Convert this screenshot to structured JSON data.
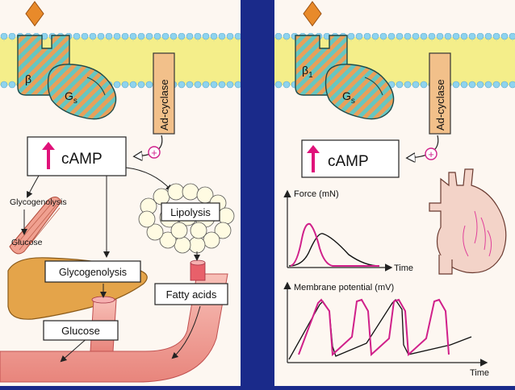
{
  "left_panel": {
    "receptor_label": "β",
    "gprotein_label": "G",
    "gprotein_sub": "s",
    "enzyme_label": "Ad-cyclase",
    "plus_sign": "+",
    "camp_label": "cAMP",
    "muscle_glycogenolysis": "Glycogenolysis",
    "muscle_glucose": "Glucose",
    "lipolysis_label": "Lipolysis",
    "liver_glycogenolysis": "Glycogenolysis",
    "fatty_acids_label": "Fatty acids",
    "liver_glucose": "Glucose"
  },
  "right_panel": {
    "receptor_label": "β",
    "receptor_sub": "1",
    "gprotein_label": "G",
    "gprotein_sub": "s",
    "enzyme_label": "Ad-cyclase",
    "plus_sign": "+",
    "camp_label": "cAMP",
    "force_ylabel": "Force (mN)",
    "force_xlabel": "Time",
    "membrane_ylabel": "Membrane potential (mV)",
    "membrane_xlabel": "Time"
  },
  "colors": {
    "background": "#1a2a8a",
    "panel": "#fdf7f1",
    "membrane_band": "#f4ee8a",
    "phospholipid_head": "#8fd3ee",
    "protein_fill": "#66c6c0",
    "protein_stripe": "#e8a05a",
    "ligand": "#e88a2a",
    "arrow_up": "#e0127a",
    "trace_magenta": "#d0208a",
    "vessel": "#f2a6a0"
  }
}
